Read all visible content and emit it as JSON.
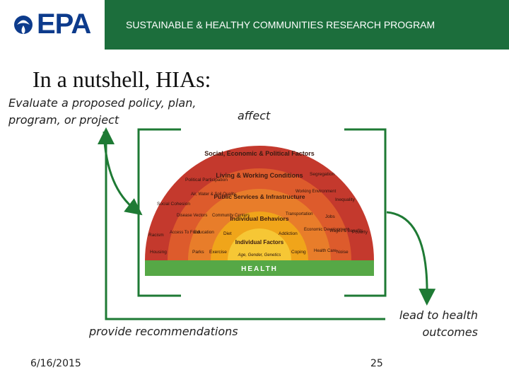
{
  "header": {
    "logo_text": "EPA",
    "program": "SUSTAINABLE & HEALTHY COMMUNITIES RESEARCH PROGRAM",
    "brand_color": "#1c6e3c"
  },
  "slide": {
    "title": "In a nutshell, HIAs:",
    "evaluate": "Evaluate a proposed policy, plan, program, or project",
    "affect": "affect",
    "provide": "provide recommendations",
    "lead": "lead to health outcomes"
  },
  "diagram": {
    "bands": [
      "Social, Economic & Political Factors",
      "Living & Working Conditions",
      "Public Services & Infrastructure",
      "Individual Behaviors",
      "Individual Factors"
    ],
    "base": "HEALTH",
    "outer_left": [
      "Political Participation",
      "Social Cohesion",
      "Racism",
      "Housing"
    ],
    "outer_right": [
      "Segregation",
      "Inequality",
      "Poverty",
      "Noise"
    ],
    "ring2_left": [
      "Air, Water & Soil Quality",
      "Disease Vectors",
      "Access To Food",
      "Parks"
    ],
    "ring2_right": [
      "Working Environment",
      "Transportation",
      "Wages & Benefits",
      "Health Care"
    ],
    "ring3_left": [
      "Community Centers",
      "Education",
      "Exercise"
    ],
    "ring3_right": [
      "Jobs",
      "Economic Development",
      "Coping"
    ],
    "ring4_left": [
      "Diet"
    ],
    "ring4_right": [
      "Addiction"
    ],
    "ring5": [
      "Age, Gender, Genetics"
    ]
  },
  "footer": {
    "date": "6/16/2015",
    "page": "25"
  }
}
